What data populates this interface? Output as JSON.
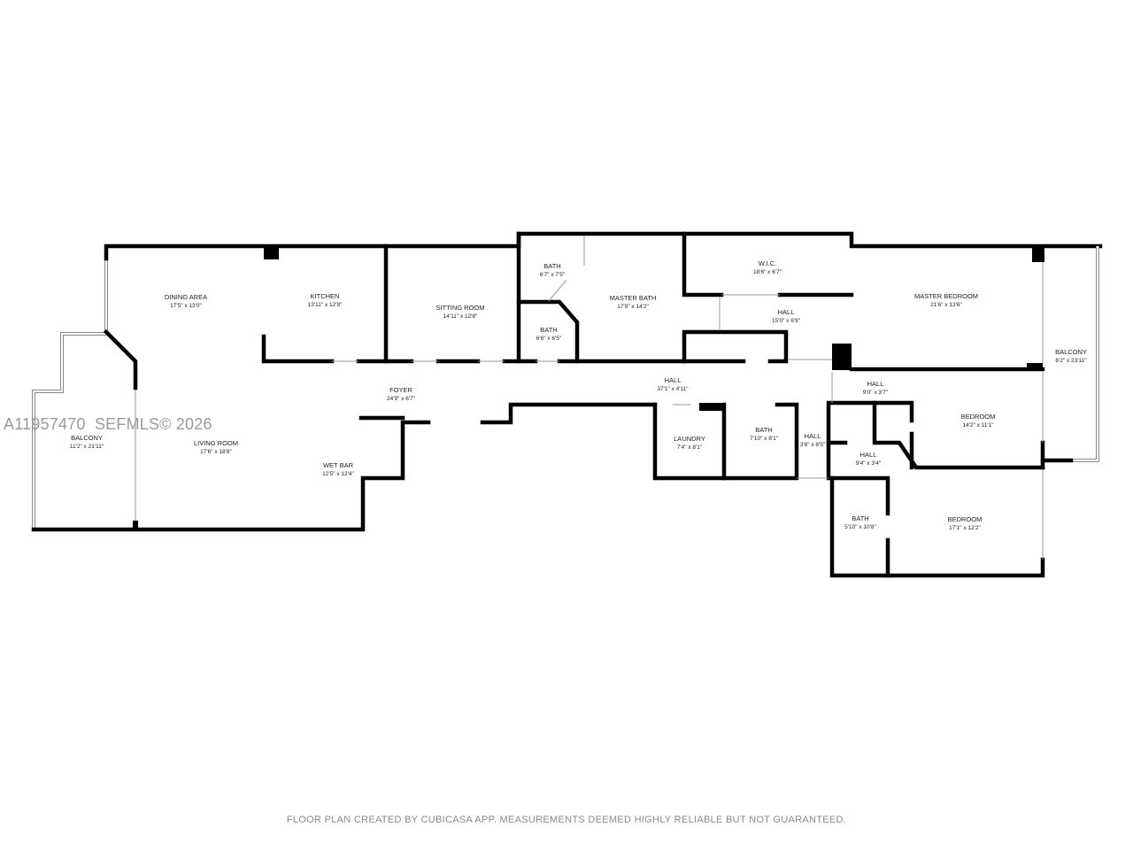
{
  "watermark": "A11957470  SEFMLS© 2026",
  "footer": "FLOOR PLAN CREATED BY CUBICASA APP. MEASUREMENTS DEEMED HIGHLY RELIABLE BUT NOT GUARANTEED.",
  "rooms": [
    {
      "name": "DINING AREA",
      "dims": "17'5\" x 13'0\""
    },
    {
      "name": "KITCHEN",
      "dims": "13'11\" x 12'8\""
    },
    {
      "name": "SITTING ROOM",
      "dims": "14'11\" x 12'8\""
    },
    {
      "name": "BATH",
      "dims": "6'7\" x 7'5\""
    },
    {
      "name": "BATH",
      "dims": "6'6\" x 6'5\""
    },
    {
      "name": "MASTER BATH",
      "dims": "17'9\" x 14'2\""
    },
    {
      "name": "W.I.C.",
      "dims": "18'6\" x 6'7\""
    },
    {
      "name": "HALL",
      "dims": "15'0\" x 6'9\""
    },
    {
      "name": "MASTER BEDROOM",
      "dims": "21'6\" x 13'6\""
    },
    {
      "name": "BALCONY",
      "dims": "6'2\" x 23'11\""
    },
    {
      "name": "FOYER",
      "dims": "24'9\" x 6'7\""
    },
    {
      "name": "HALL",
      "dims": "37'1\" x 4'11\""
    },
    {
      "name": "HALL",
      "dims": "9'0\" x 3'7\""
    },
    {
      "name": "BEDROOM",
      "dims": "14'2\" x 11'1\""
    },
    {
      "name": "BALCONY",
      "dims": "11'2\" x 21'11\""
    },
    {
      "name": "LIVING ROOM",
      "dims": "17'6\" x 18'8\""
    },
    {
      "name": "WET BAR",
      "dims": "12'5\" x 12'4\""
    },
    {
      "name": "LAUNDRY",
      "dims": "7'4\" x 8'1\""
    },
    {
      "name": "BATH",
      "dims": "7'10\" x 8'1\""
    },
    {
      "name": "HALL",
      "dims": "3'6\" x 8'5\""
    },
    {
      "name": "HALL",
      "dims": "9'4\" x 3'4\""
    },
    {
      "name": "BATH",
      "dims": "5'10\" x 10'8\""
    },
    {
      "name": "BEDROOM",
      "dims": "17'1\" x 12'2\""
    }
  ]
}
